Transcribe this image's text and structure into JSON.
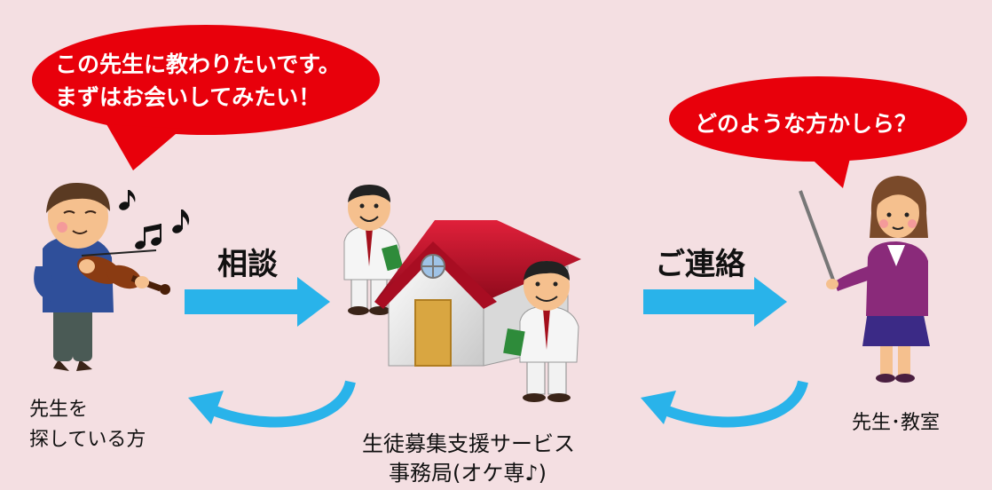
{
  "bubbles": {
    "student_line1": "この先生に教わりたいです。",
    "student_line2": "まずはお会いしてみたい！",
    "teacher": "どのような方かしら？"
  },
  "arrows": {
    "consult": "相談",
    "contact": "ご連絡"
  },
  "labels": {
    "student_line1": "先生を",
    "student_line2": "探している方",
    "office_line1": "生徒募集支援サービス",
    "office_line2": "事務局(オケ専♪)",
    "teacher": "先生･教室"
  },
  "colors": {
    "background": "#f4dfe2",
    "bubble": "#e8000b",
    "arrow": "#29b3ea",
    "roof": "#c8102e"
  },
  "icons": [
    "violinist-figure",
    "music-note-icon",
    "house-icon",
    "staff-man-figure",
    "teacher-figure",
    "pointer-stick-icon"
  ]
}
